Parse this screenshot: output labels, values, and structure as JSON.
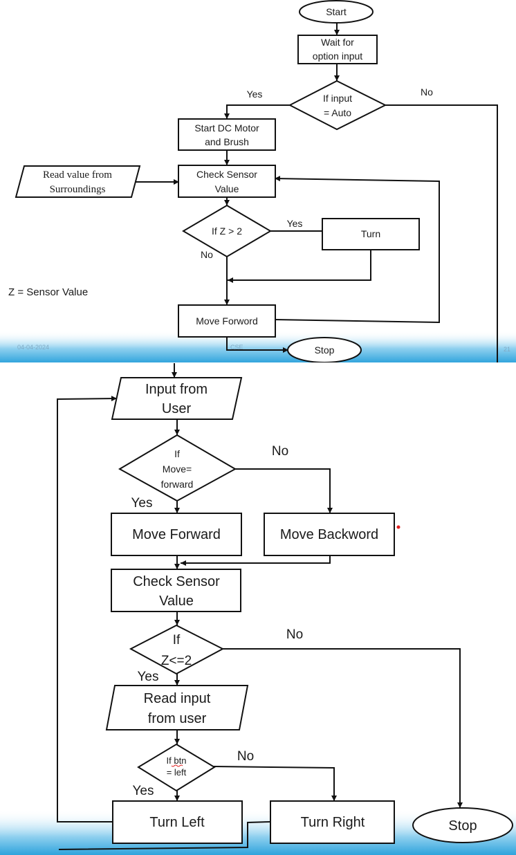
{
  "top": {
    "start": "Start",
    "wait": [
      "Wait for",
      "option input"
    ],
    "decision_auto": [
      "If input",
      "= Auto"
    ],
    "yes_auto": "Yes",
    "no_auto": "No",
    "start_motor": [
      "Start DC Motor",
      "and Brush"
    ],
    "read_surroundings": [
      "Read value from",
      "Surroundings"
    ],
    "check_sensor": [
      "Check Sensor",
      "Value"
    ],
    "decision_z": "If Z > 2",
    "yes_z": "Yes",
    "no_z": "No",
    "turn": "Turn",
    "move_forward": "Move Forword",
    "stop": "Stop",
    "legend": "Z = Sensor Value",
    "footer_date": "04-04-2024",
    "footer_center": "CSE",
    "footer_page": "21"
  },
  "bottom": {
    "input_user": [
      "Input from",
      "User"
    ],
    "decision_move": [
      "If",
      "Move=",
      "forward"
    ],
    "no_move": "No",
    "yes_move": "Yes",
    "move_forward": "Move Forward",
    "move_backward": "Move Backword",
    "check_sensor": [
      "Check Sensor",
      "Value"
    ],
    "decision_z": [
      "If",
      "Z<=2"
    ],
    "no_z": "No",
    "yes_z": "Yes",
    "read_input": [
      "Read input",
      "from user"
    ],
    "decision_btn": [
      "If btn",
      "= left"
    ],
    "no_btn": "No",
    "yes_btn": "Yes",
    "turn_left": "Turn Left",
    "turn_right": "Turn Right",
    "stop": "Stop"
  },
  "colors": {
    "band": "#39a9e0",
    "stroke": "#111111",
    "dot": "#e02020"
  }
}
